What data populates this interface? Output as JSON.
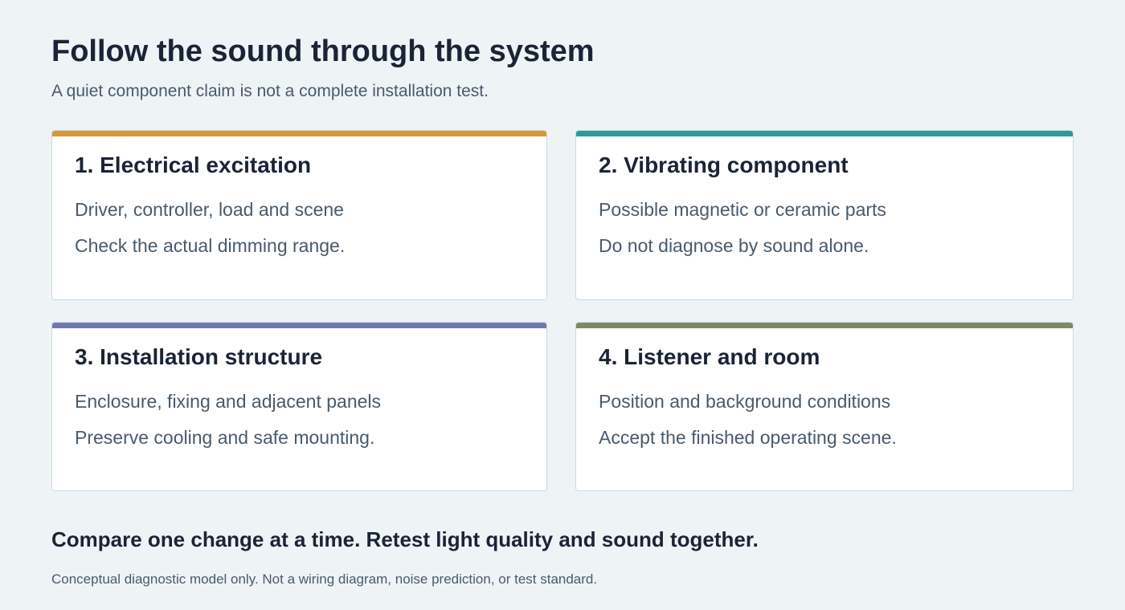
{
  "header": {
    "title": "Follow the sound through the system",
    "subtitle": "A quiet component claim is not a complete installation test."
  },
  "cards": [
    {
      "title": "1. Electrical excitation",
      "line1": "Driver, controller, load and scene",
      "line2": "Check the actual dimming range.",
      "accent_color": "#d49a3a"
    },
    {
      "title": "2. Vibrating component",
      "line1": "Possible magnetic or ceramic parts",
      "line2": "Do not diagnose by sound alone.",
      "accent_color": "#2f9a9a"
    },
    {
      "title": "3. Installation structure",
      "line1": "Enclosure, fixing and adjacent panels",
      "line2": "Preserve cooling and safe mounting.",
      "accent_color": "#6f7aa8"
    },
    {
      "title": "4. Listener and room",
      "line1": "Position and background conditions",
      "line2": "Accept the finished operating scene.",
      "accent_color": "#7a8a66"
    }
  ],
  "takeaway": "Compare one change at a time. Retest light quality and sound together.",
  "footnote": "Conceptual diagnostic model only. Not a wiring diagram, noise prediction, or test standard."
}
